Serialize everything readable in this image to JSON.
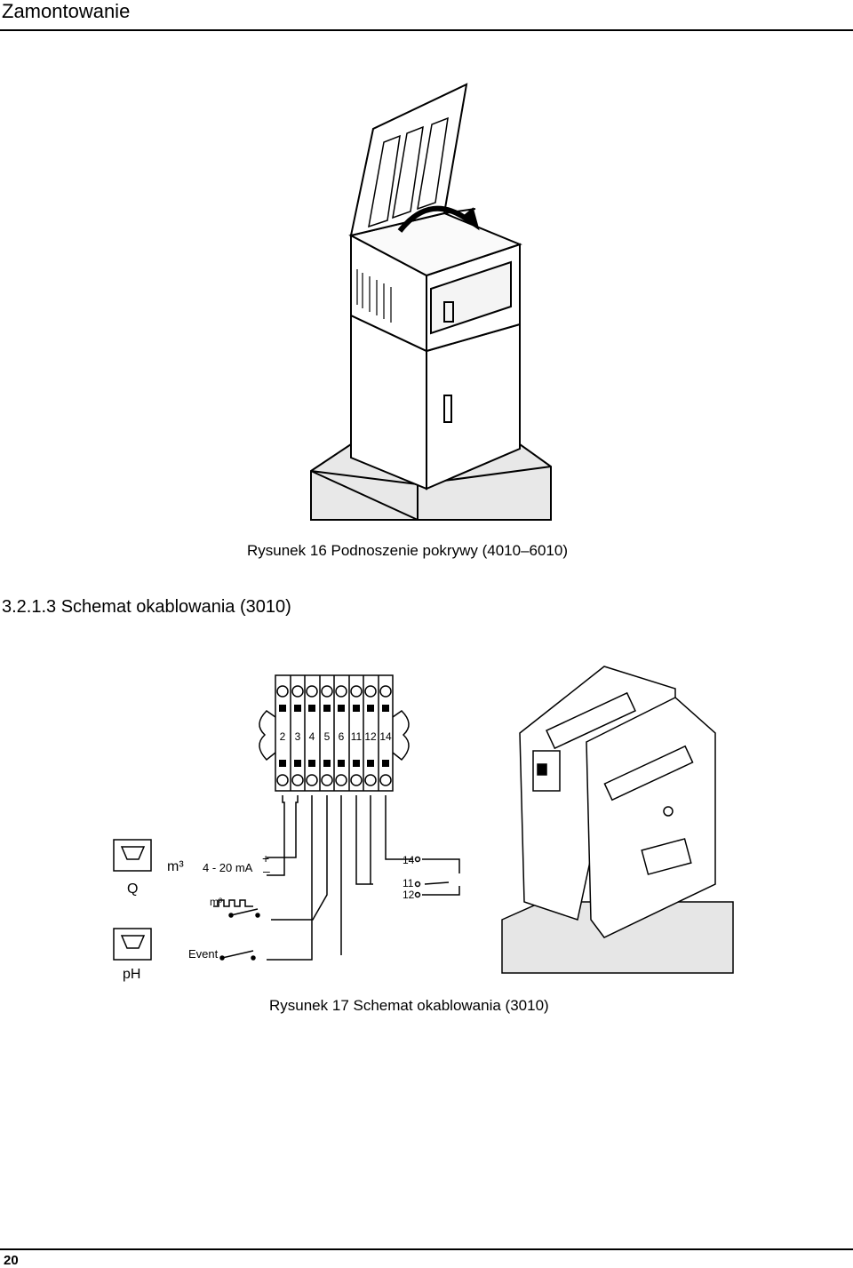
{
  "header": {
    "title": "Zamontowanie"
  },
  "figure16": {
    "caption": "Rysunek 16 Podnoszenie pokrywy (4010–6010)"
  },
  "section": {
    "heading": "3.2.1.3   Schemat okablowania (3010)"
  },
  "figure17": {
    "caption": "Rysunek 17 Schemat okablowania (3010)",
    "terminals": [
      "2",
      "3",
      "4",
      "5",
      "6",
      "11",
      "12",
      "14"
    ],
    "meter_q_label": "Q",
    "meter_ph_label": "pH",
    "flow_unit": "m³",
    "current_signal": "4 - 20 mA",
    "plus_sign": "+",
    "minus_sign": "–",
    "pulse_unit": "m³",
    "event_label": "Event",
    "relay_14": "14",
    "relay_11": "11",
    "relay_12": "12"
  },
  "footer": {
    "page_number": "20"
  }
}
